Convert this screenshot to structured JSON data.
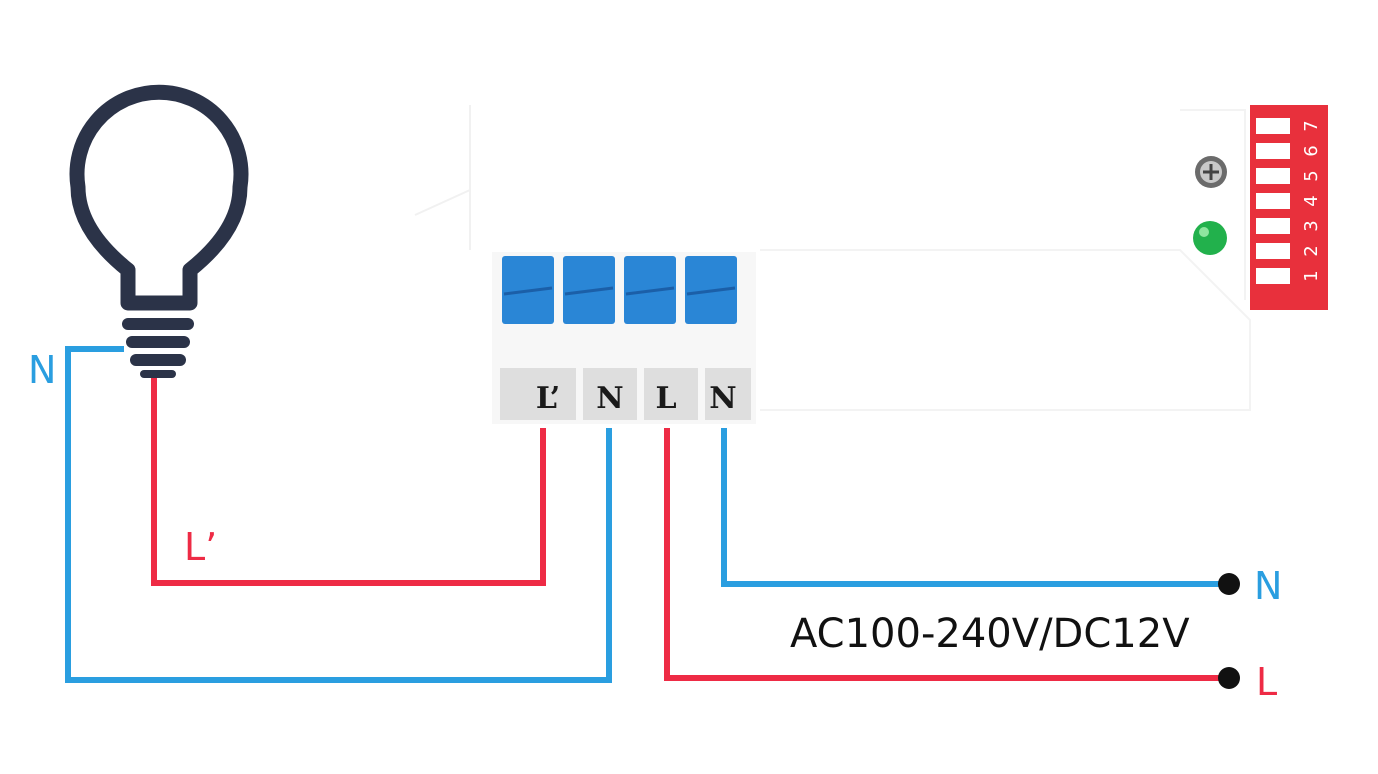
{
  "colors": {
    "neutral_wire": "#2a9ee0",
    "live_wire": "#ee2b45",
    "bulb": "#2b3348",
    "terminal_clamp": "#2a86d6",
    "dip_switch": "#e8303c",
    "led": "#22b14c"
  },
  "module": {
    "terminals": [
      "L’",
      "N",
      "L",
      "N"
    ],
    "dip_switch_numbers": [
      "7",
      "6",
      "5",
      "4",
      "3",
      "2",
      "1"
    ]
  },
  "labels": {
    "lamp_neutral": "N",
    "lamp_live": "L’",
    "supply_neutral": "N",
    "supply_live": "L",
    "supply_voltage": "AC100-240V/DC12V"
  }
}
